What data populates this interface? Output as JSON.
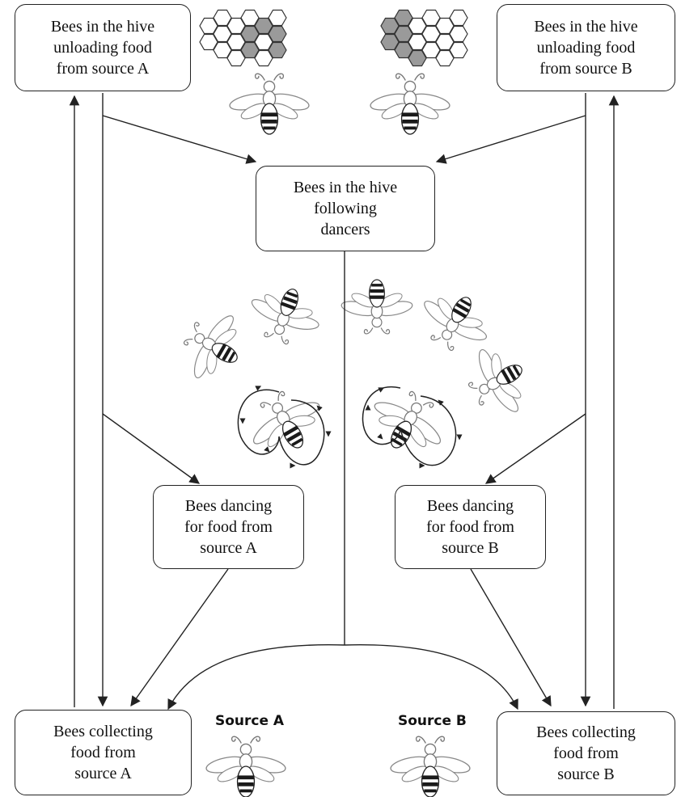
{
  "nodes": {
    "unload_a": [
      "Bees in the hive",
      "unloading food",
      "from source A"
    ],
    "unload_b": [
      "Bees in the hive",
      "unloading food",
      "from source B"
    ],
    "follow": [
      "Bees in the hive",
      "following",
      "dancers"
    ],
    "dance_a": [
      "Bees dancing",
      "for food from",
      "source A"
    ],
    "dance_b": [
      "Bees dancing",
      "for food from",
      "source B"
    ],
    "collect_a": [
      "Bees collecting",
      "food from",
      "source A"
    ],
    "collect_b": [
      "Bees collecting",
      "food from",
      "source B"
    ]
  },
  "labels": {
    "source_a": "Source A",
    "source_b": "Source B"
  },
  "colors": {
    "line": "#222222",
    "bee_stripe": "#1a1a1a",
    "honeycomb_fill": "#9a9a9a"
  },
  "icons": [
    "honeycomb-icon",
    "bee-icon",
    "waggle-dance-icon"
  ]
}
